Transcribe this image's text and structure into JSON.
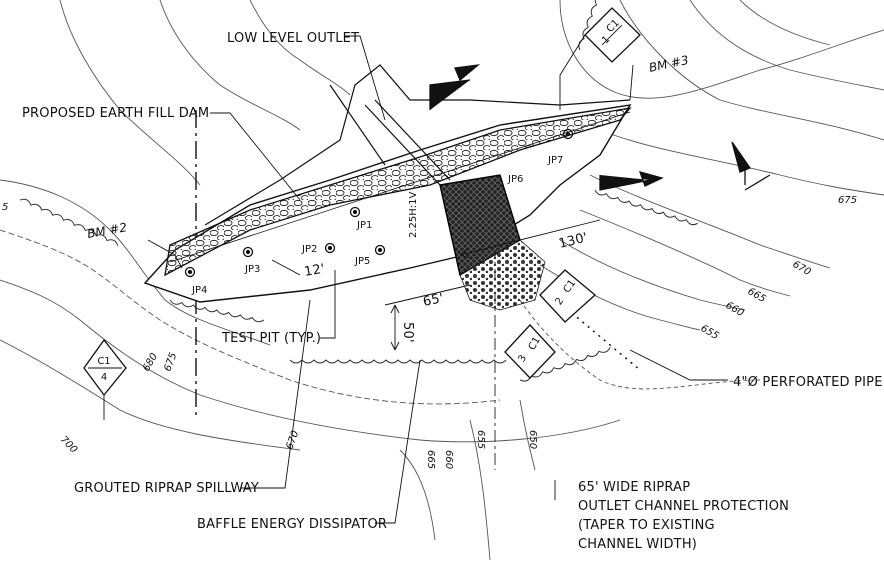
{
  "labels": {
    "low_level_outlet": "LOW LEVEL OUTLET",
    "earth_fill_dam": "PROPOSED EARTH FILL DAM",
    "test_pit": "TEST PIT (TYP.)",
    "grouted_spillway": "GROUTED RIPRAP SPILLWAY",
    "baffle_dissipator": "BAFFLE ENERGY DISSIPATOR",
    "perforated_pipe": "4\"Ø PERFORATED PIPE",
    "riprap_line1": "65' WIDE RIPRAP",
    "riprap_line2": "OUTLET CHANNEL PROTECTION",
    "riprap_line3": "(TAPER TO EXISTING",
    "riprap_line4": "CHANNEL WIDTH)"
  },
  "benchmarks": {
    "bm2": "BM #2",
    "bm3": "BM #3"
  },
  "test_pits": [
    "JP1",
    "JP2",
    "JP3",
    "JP4",
    "JP5",
    "JP6",
    "JP7"
  ],
  "dimensions": {
    "slope": "2.25H:1V",
    "width_12": "12'",
    "len_130": "130'",
    "len_65": "65'",
    "len_50": "50'"
  },
  "contours": {
    "c675_right": "675",
    "c670_right": "670",
    "c665_right": "665",
    "c660_right": "660",
    "c655_right": "655",
    "c680_left": "680",
    "c675_left": "675",
    "c700": "700",
    "c670_bottom": "670",
    "c665_bottom": "665",
    "c660_bottom": "660",
    "c655_bottom": "655",
    "c650_bottom": "650",
    "c5_left": "5"
  },
  "section_tags": [
    {
      "sheet": "C1",
      "number": "1"
    },
    {
      "sheet": "C1",
      "number": "2"
    },
    {
      "sheet": "C1",
      "number": "3"
    },
    {
      "sheet": "C1",
      "number": "4"
    }
  ]
}
